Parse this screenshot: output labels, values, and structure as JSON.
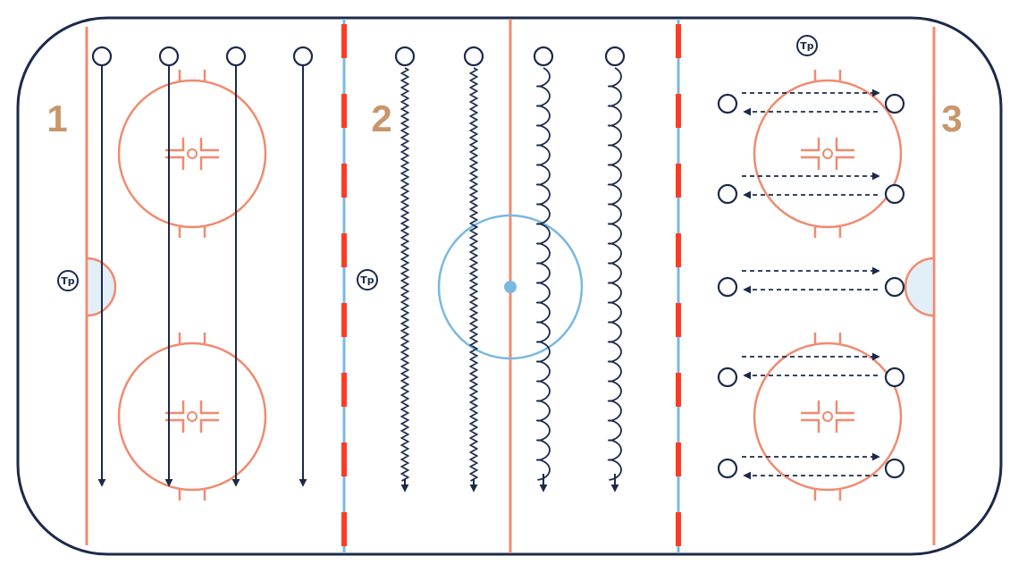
{
  "diagram": {
    "zone_labels": [
      "1",
      "2",
      "3"
    ],
    "coach_label": "Tp",
    "colors": {
      "boards": "#1b2a4a",
      "red_line": "#f08a6f",
      "blue_line": "#7ab8e0",
      "dashed_red": "#ff3b24",
      "zone_number": "#c9966b",
      "player_path": "#1b2a4a",
      "crease_fill": "#e3eff8"
    },
    "icons": [
      "player-marker-icon",
      "coach-marker-icon",
      "arrow-icon",
      "faceoff-circle-icon"
    ]
  }
}
